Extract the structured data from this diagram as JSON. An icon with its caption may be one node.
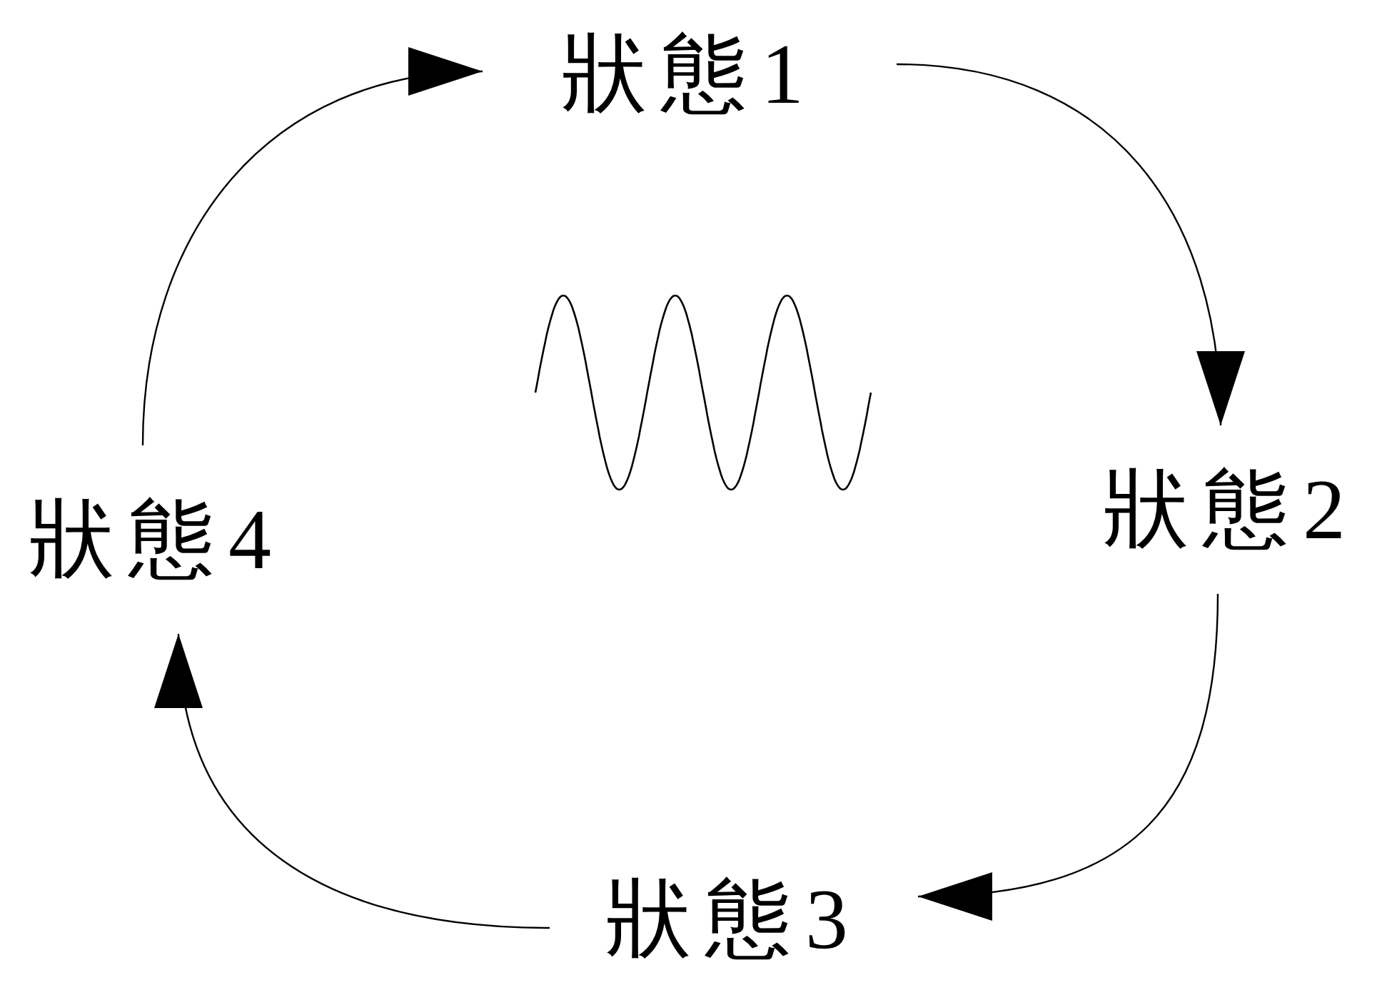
{
  "diagram": {
    "nodes": [
      {
        "text": [
          "狀態1"
        ]
      },
      {
        "text": [
          "狀態2"
        ]
      },
      {
        "text": [
          "狀態3"
        ]
      },
      {
        "text": [
          "狀態4"
        ]
      }
    ],
    "edges": [
      {
        "from": 0,
        "to": 1,
        "arrow": "to"
      },
      {
        "from": 1,
        "to": 2,
        "arrow": "to"
      },
      {
        "from": 2,
        "to": 3,
        "arrow": "to"
      },
      {
        "from": 3,
        "to": 0,
        "arrow": "to"
      }
    ]
  }
}
